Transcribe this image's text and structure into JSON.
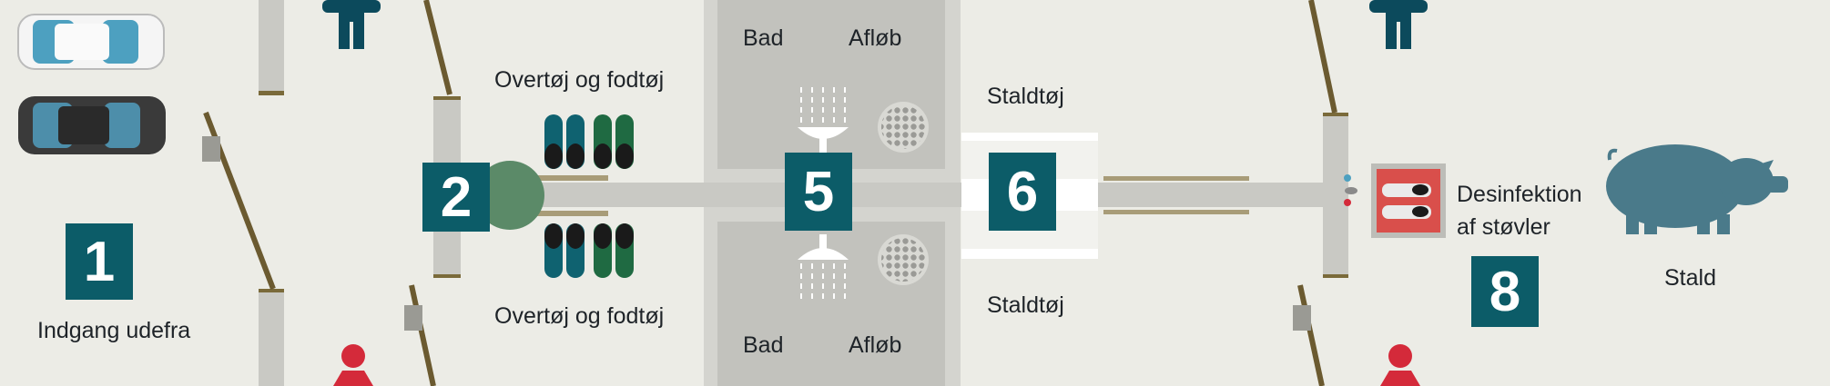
{
  "zones": {
    "entrance": {
      "number": "1",
      "label": "Indgang udefra"
    },
    "changing": {
      "number": "2",
      "label_top": "Overtøj og fodtøj",
      "label_bottom": "Overtøj og fodtøj"
    },
    "shower": {
      "number": "5",
      "bath_top": "Bad",
      "drain_top": "Afløb",
      "bath_bottom": "Bad",
      "drain_bottom": "Afløb"
    },
    "stable_clothes": {
      "number": "6",
      "label_top": "Staldtøj",
      "label_bottom": "Staldtøj"
    },
    "boot_disinfection": {
      "label": "Desinfektion af støvler"
    },
    "stable": {
      "number": "8",
      "label": "Stald"
    }
  },
  "colors": {
    "background": "#ecece6",
    "wall": "#c9c9c4",
    "shower_area": "#c2c2bd",
    "number_box": "#0c5c68",
    "man": "#0c4a5c",
    "woman": "#d42a3a",
    "pig": "#4a7a8a",
    "boot_teal": "#0f6270",
    "boot_green": "#1f6a42",
    "disinfection_mat": "#d94f4b"
  },
  "icons": [
    "car-icon",
    "man-icon",
    "woman-icon",
    "boot-icon",
    "shower-icon",
    "drain-icon",
    "door-icon",
    "pig-icon",
    "disinfection-mat-icon"
  ]
}
